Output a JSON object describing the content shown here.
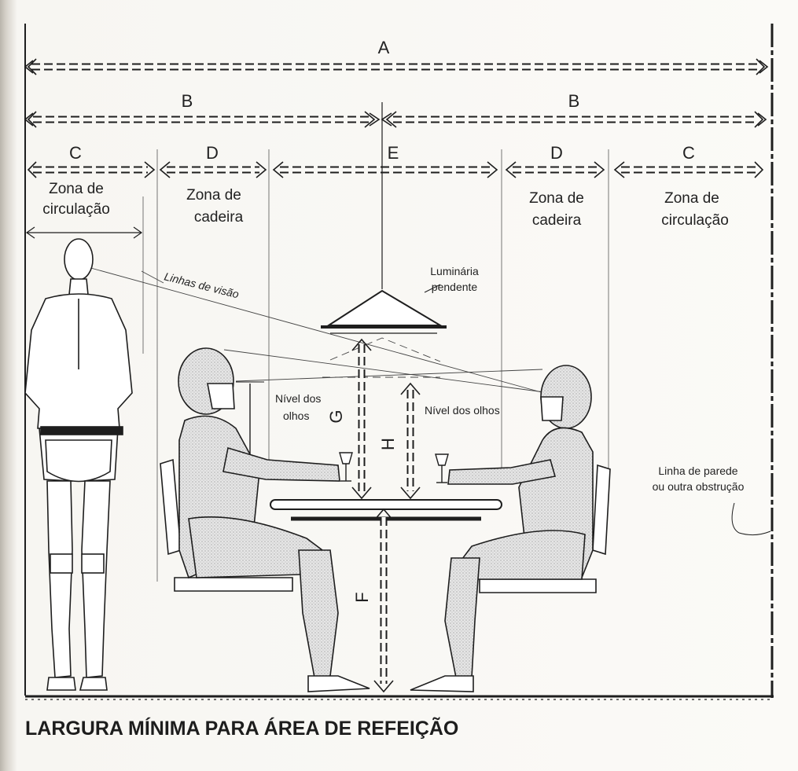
{
  "title": "LARGURA MÍNIMA PARA ÁREA DE REFEIÇÃO",
  "dimensions": {
    "A": "A",
    "B_left": "B",
    "B_right": "B",
    "C_left": "C",
    "D_left": "D",
    "E": "E",
    "D_right": "D",
    "C_right": "C",
    "F": "F",
    "G": "G",
    "H": "H"
  },
  "zones": {
    "circulation_left": [
      "Zona de",
      "circulação"
    ],
    "chair_left": [
      "Zona de",
      "cadeira"
    ],
    "chair_right": [
      "Zona de",
      "cadeira"
    ],
    "circulation_right": [
      "Zona de",
      "circulação"
    ]
  },
  "annotations": {
    "pendant_lamp": [
      "Luminária",
      "pendente"
    ],
    "sight_lines": "Linhas de visão",
    "eye_level_left": [
      "Nível dos",
      "olhos"
    ],
    "eye_level_right": "Nível dos olhos",
    "wall_line": [
      "Linha de parede",
      "ou outra obstrução"
    ]
  },
  "colors": {
    "ink": "#1e1e1e",
    "paper": "#fbfaf7",
    "figure_fill": "#d9d9d9"
  }
}
